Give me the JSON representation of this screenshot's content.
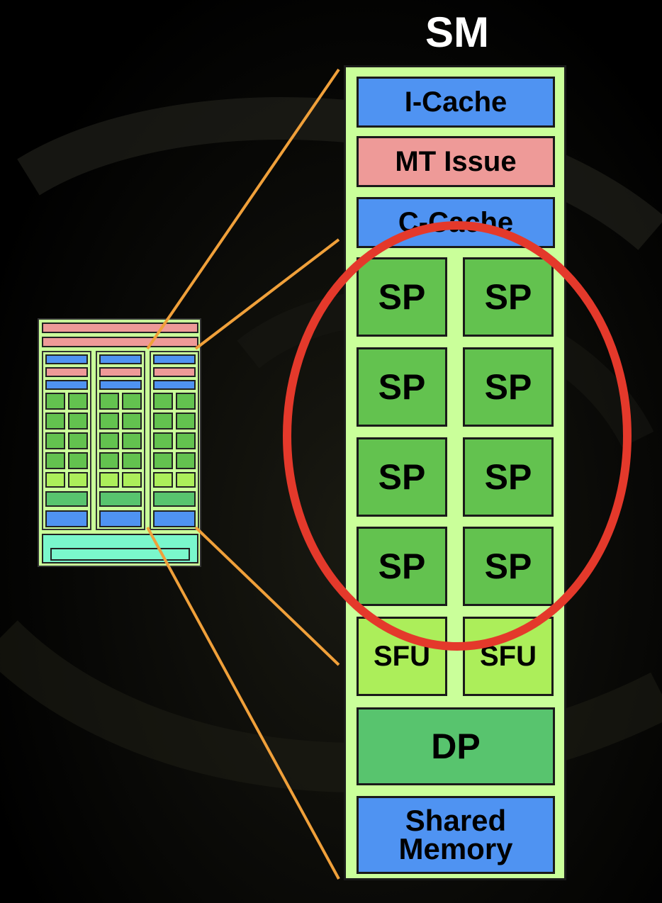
{
  "title": "SM",
  "sm": {
    "icache": "I-Cache",
    "mt_issue": "MT Issue",
    "ccache": "C-Cache",
    "sp_units": [
      "SP",
      "SP",
      "SP",
      "SP",
      "SP",
      "SP",
      "SP",
      "SP"
    ],
    "sfu_units": [
      "SFU",
      "SFU"
    ],
    "dp": "DP",
    "shared_memory_line1": "Shared",
    "shared_memory_line2": "Memory"
  },
  "colors": {
    "panel": "#caff9a",
    "cache_blue": "#4f93f2",
    "issue_pink": "#ee9a98",
    "sp_green": "#63c24f",
    "sfu_lime": "#acee5a",
    "dp_green": "#58c46e",
    "connector_orange": "#f0a03a",
    "highlight_red": "#e4392b"
  }
}
